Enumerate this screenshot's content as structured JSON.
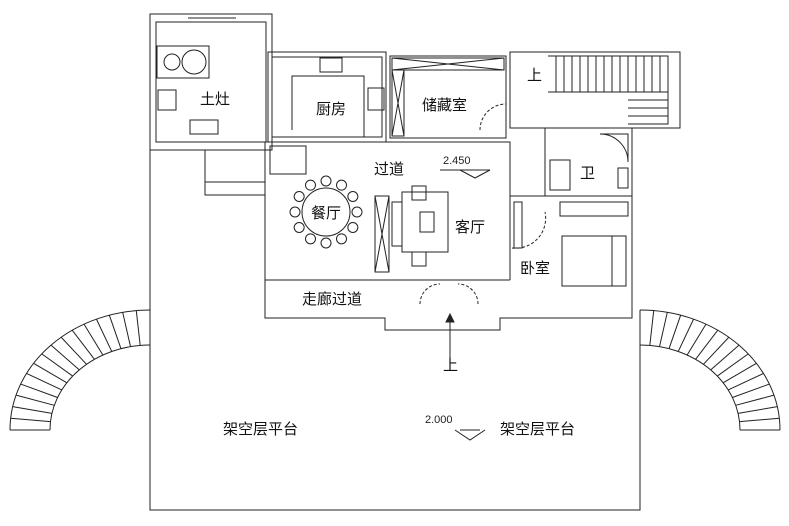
{
  "rooms": {
    "stove_room": "土灶",
    "kitchen": "厨房",
    "storage": "储藏室",
    "stairs_up_top": "上",
    "bathroom": "卫",
    "hallway": "过道",
    "dining": "餐厅",
    "living": "客厅",
    "bedroom": "卧室",
    "corridor": "走廊过道",
    "entry_up": "上",
    "platform_left": "架空层平台",
    "platform_right": "架空层平台"
  },
  "levels": {
    "upper": "2.450",
    "lower": "2.000"
  },
  "colors": {
    "line": "#222222",
    "background": "#ffffff"
  }
}
